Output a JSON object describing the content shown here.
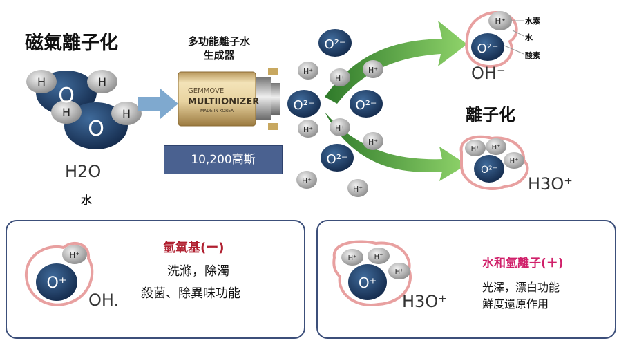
{
  "title": "磁氣離子化",
  "generator": {
    "label_line1": "多功能離子水",
    "label_line2": "生成器",
    "brand": "GEMMOVE",
    "model": "MULTIIONIZER",
    "origin": "MADE IN KOREA",
    "gauss": "10,200高斯"
  },
  "water": {
    "formula": "H2O",
    "name": "水"
  },
  "ions": {
    "heading": "離子化",
    "oh_formula": "OH⁻",
    "h3o_formula": "H3O⁺",
    "legend_h": "水素",
    "legend_water": "水",
    "legend_o": "酸素"
  },
  "atoms": {
    "h": "H",
    "o": "O",
    "h_plus": "H⁺",
    "o_minus": "O²⁻",
    "o_plus": "O⁺"
  },
  "panel_left": {
    "title": "氫氧基(ー)",
    "line1": "洗滌，除濁",
    "line2": "殺菌、除異味功能",
    "formula": "OH."
  },
  "panel_right": {
    "title": "水和氫離子(＋)",
    "line1": "光澤，漂白功能",
    "line2": "鮮度還原作用",
    "formula": "H3O⁺"
  },
  "colors": {
    "oxygen": "#1f3d63",
    "hydrogen": "#8a8a8a",
    "arrow_green": "#5aa83c",
    "arrow_blue": "#7fa9cf",
    "panel_border": "#3c4f7a",
    "gauss_bg": "#4a6190"
  }
}
